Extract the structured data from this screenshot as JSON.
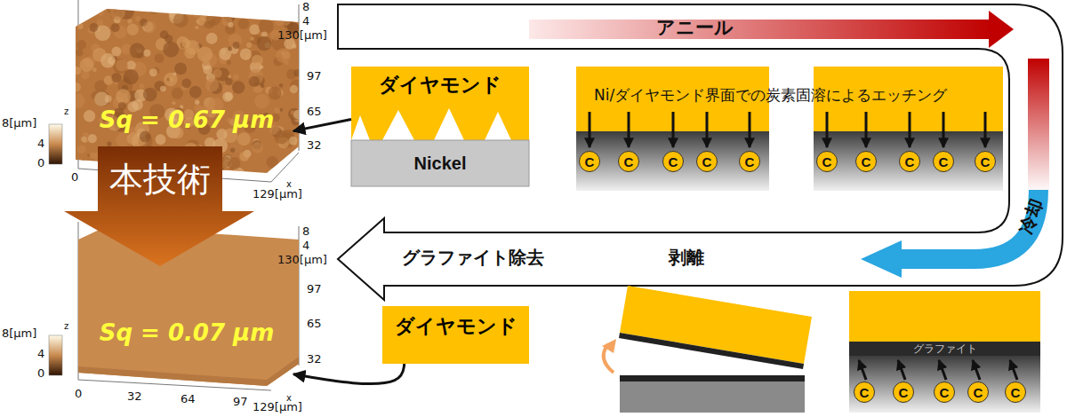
{
  "diagram": {
    "nodes": [
      {
        "text": [
          "Sq = 0.67 μm"
        ]
      },
      {
        "text": [
          "本技術"
        ]
      },
      {
        "text": [
          "Sq = 0.07 μm"
        ]
      },
      {
        "text": [
          "ダイヤモンド"
        ]
      },
      {
        "text": [
          "Nickel"
        ]
      },
      {
        "text": [
          "C"
        ]
      },
      {
        "text": [
          "C"
        ]
      },
      {
        "text": [
          "C"
        ]
      },
      {
        "text": [
          "C"
        ]
      },
      {
        "text": [
          "C"
        ]
      },
      {
        "text": [
          "C"
        ]
      },
      {
        "text": [
          "C"
        ]
      },
      {
        "text": [
          "C"
        ]
      },
      {
        "text": [
          "C"
        ]
      },
      {
        "text": [
          "C"
        ]
      },
      {
        "text": [
          "グラファイト"
        ]
      },
      {
        "text": [
          "C"
        ]
      },
      {
        "text": [
          "C"
        ]
      },
      {
        "text": [
          "C"
        ]
      },
      {
        "text": [
          "C"
        ]
      },
      {
        "text": [
          "C"
        ]
      },
      {
        "text": [
          "ダイヤモンド"
        ]
      }
    ],
    "edges": [
      {
        "from": 3,
        "to": 0,
        "arrow": "to"
      },
      {
        "from": 21,
        "to": 2,
        "arrow": "to"
      }
    ],
    "labels": [
      "Ni/ダイヤモンド界面での炭素固溶によるエッチング",
      "アニール",
      "冷却",
      "グラファイト除去",
      "剥離",
      "8",
      "4",
      "130[μm]",
      "97",
      "65",
      "32",
      "8[μm]",
      "z",
      "4",
      "0",
      "0",
      "129[μm]",
      "x",
      "8",
      "4",
      "130[μm]",
      "97",
      "65",
      "32",
      "8[μm]",
      "z",
      "4",
      "0",
      "0",
      "32",
      "64",
      "97",
      "129[μm]",
      "x"
    ]
  }
}
